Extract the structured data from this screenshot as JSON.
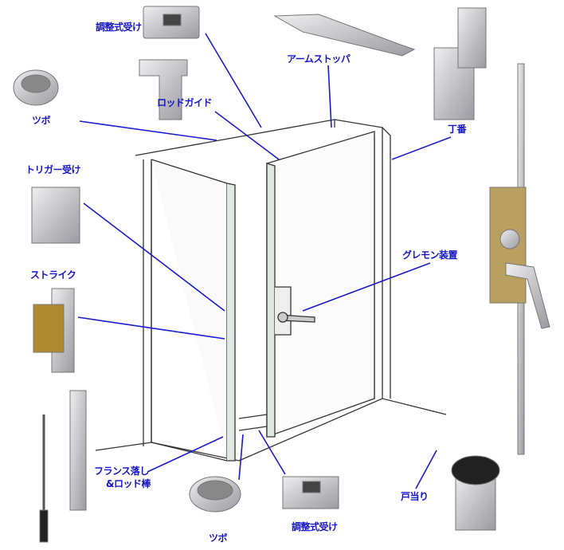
{
  "colors": {
    "label": "#1515c8",
    "leader": "#1a1ad0",
    "metal": "#c8c8cc",
    "frame": "#333333"
  },
  "labels": {
    "adjustable_receiver_top": "調整式受け",
    "arm_stopper": "アームストッパ",
    "cup_top": "ツボ",
    "rod_guide": "ロッドガイド",
    "hinge": "丁番",
    "trigger_receiver": "トリガー受け",
    "cremone": "グレモン装置",
    "strike": "ストライク",
    "flush_bolt_line1": "フランス落し",
    "flush_bolt_line2": "&ロッド棒",
    "cup_bottom": "ツボ",
    "adjustable_receiver_bottom": "調整式受け",
    "door_stop": "戸当り"
  }
}
